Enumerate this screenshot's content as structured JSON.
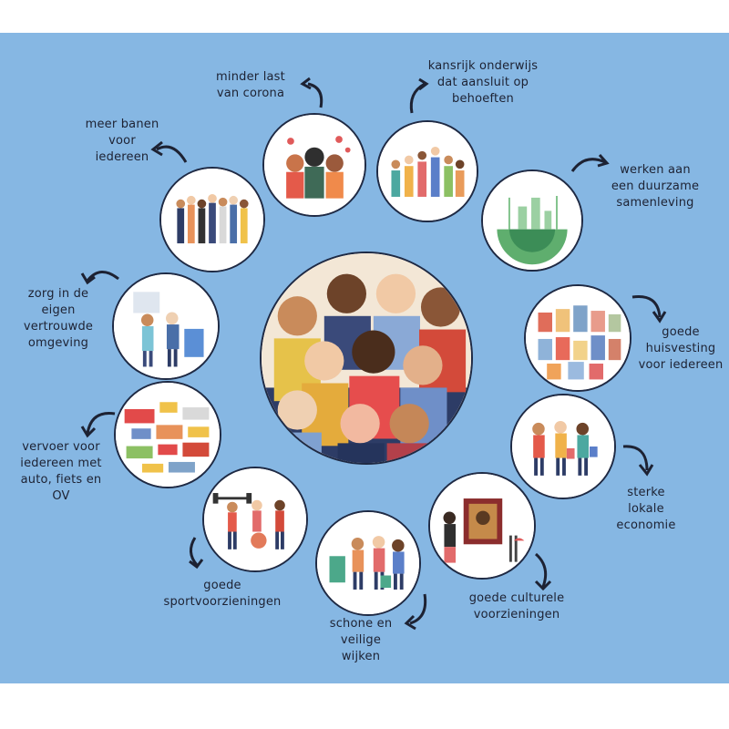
{
  "diagram": {
    "background": "#86b7e3",
    "labels": {
      "corona": "minder last\nvan corona",
      "onderwijs": "kansrijk onderwijs\ndat aansluit op\nbehoeften",
      "duurzaam": "werken aan\neen duurzame\nsamenleving",
      "huisvesting": "goede\nhuisvesting\nvoor iedereen",
      "economie": "sterke\nlokale\neconomie",
      "cultuur": "goede culturele\nvoorzieningen",
      "wijken": "schone en\nveilige\nwijken",
      "sport": "goede\nsportvoorzieningen",
      "vervoer": "vervoer voor\niedereen met\nauto, fiets en\nOV",
      "zorg": "zorg in de\neigen\nvertrouwde\nomgeving",
      "banen": "meer banen\nvoor\niedereen"
    }
  }
}
